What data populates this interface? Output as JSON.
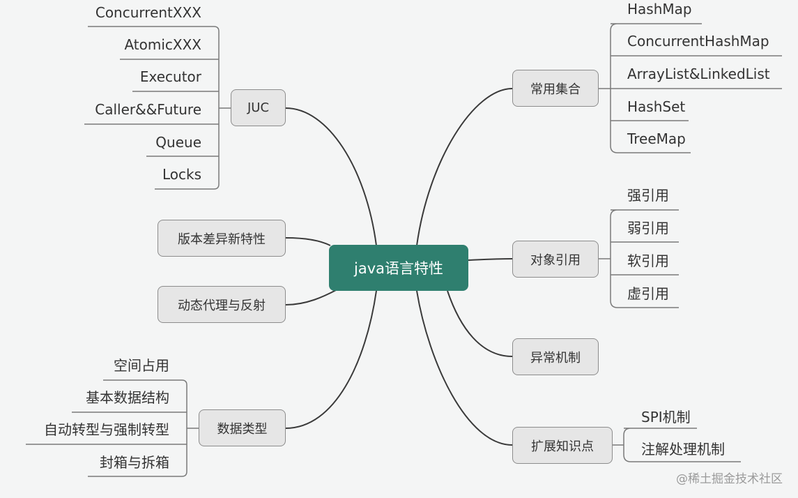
{
  "root": {
    "label": "java语言特性"
  },
  "left": {
    "juc": {
      "label": "JUC",
      "leaves": [
        "ConcurrentXXX",
        "AtomicXXX",
        "Executor",
        "Caller&&Future",
        "Queue",
        "Locks"
      ]
    },
    "version": {
      "label": "版本差异新特性"
    },
    "proxy": {
      "label": "动态代理与反射"
    },
    "datatype": {
      "label": "数据类型",
      "leaves": [
        "空间占用",
        "基本数据结构",
        "自动转型与强制转型",
        "封箱与拆箱"
      ]
    }
  },
  "right": {
    "collections": {
      "label": "常用集合",
      "leaves": [
        "HashMap",
        "ConcurrentHashMap",
        "ArrayList&LinkedList",
        "HashSet",
        "TreeMap"
      ]
    },
    "refs": {
      "label": "对象引用",
      "leaves": [
        "强引用",
        "弱引用",
        "软引用",
        "虚引用"
      ]
    },
    "exception": {
      "label": "异常机制"
    },
    "extension": {
      "label": "扩展知识点",
      "leaves": [
        "SPI机制",
        "注解处理机制"
      ]
    }
  },
  "watermark": "@稀土掘金技术社区",
  "colors": {
    "root": "#2f7f6f",
    "node_fill": "#e6e6e6",
    "line": "#3a3a3a",
    "background": "#f4f5f5"
  }
}
